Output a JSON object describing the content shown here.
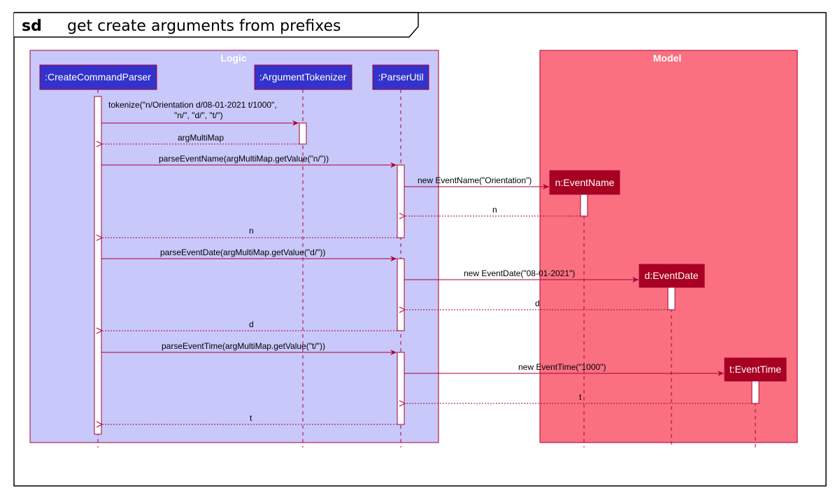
{
  "frame": {
    "tag": "sd",
    "title": "get create arguments from prefixes"
  },
  "groups": {
    "logic": "Logic",
    "model": "Model"
  },
  "participants": {
    "createCommandParser": ":CreateCommandParser",
    "argumentTokenizer": ":ArgumentTokenizer",
    "parserUtil": ":ParserUtil",
    "eventName": "n:EventName",
    "eventDate": "d:EventDate",
    "eventTime": "t:EventTime"
  },
  "messages": {
    "tokenize_line1": "tokenize(\"n/Orientation d/08-01-2021 t/1000\",",
    "tokenize_line2": "\"n/\", \"d/\", \"t/\")",
    "argMultiMap": "argMultiMap",
    "parseEventName": "parseEventName(argMultiMap.getValue(\"n/\"))",
    "newEventName": "new EventName(\"Orientation\")",
    "return_n_inner": "n",
    "return_n_outer": "n",
    "parseEventDate": "parseEventDate(argMultiMap.getValue(\"d/\"))",
    "newEventDate": "new EventDate(\"08-01-2021\")",
    "return_d_inner": "d",
    "return_d_outer": "d",
    "parseEventTime": "parseEventTime(argMultiMap.getValue(\"t/\"))",
    "newEventTime": "new EventTime(\"1000\")",
    "return_t_inner": "t",
    "return_t_outer": "t"
  },
  "colors": {
    "logic_bg": "#C8C8FA",
    "model_bg": "#FA7080",
    "logic_participant": "#3333CC",
    "model_participant": "#A80022",
    "line": "#A80036"
  }
}
